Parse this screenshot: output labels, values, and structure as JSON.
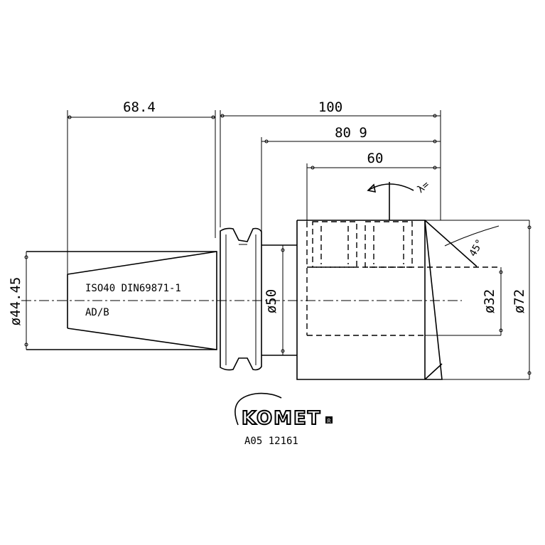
{
  "dimensions": {
    "taper_length": "68.4",
    "overall_length": "100",
    "body_length": "80 9",
    "insert_depth": "60",
    "taper_diameter": "ø44.45",
    "neck_diameter": "ø50",
    "bore_diameter": "ø32",
    "body_diameter": "ø72",
    "chamfer_angle": "45°",
    "rotation_note": "λ="
  },
  "labels": {
    "standard": "ISO40 DIN69871-1",
    "form": "AD/B"
  },
  "logo": {
    "brand": "KOMET",
    "mark": "R"
  },
  "part_number": "A05 12161",
  "colors": {
    "ink": "#000000",
    "paper": "#ffffff"
  }
}
